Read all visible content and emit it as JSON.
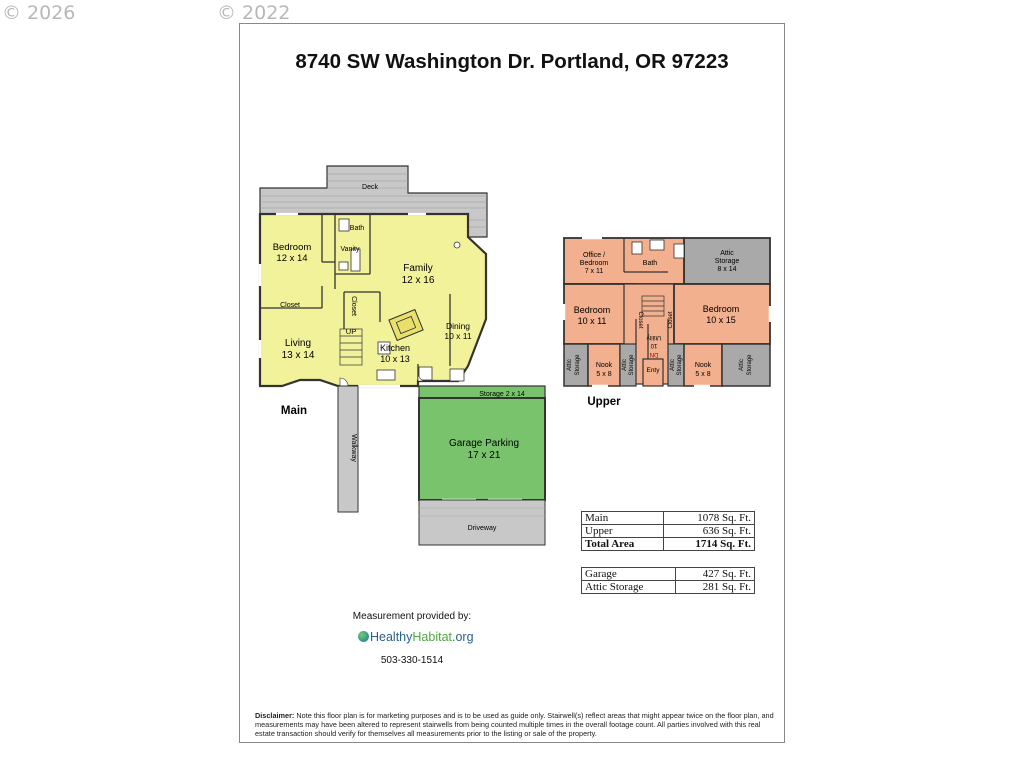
{
  "watermarks": [
    "© 2026",
    "© 2022"
  ],
  "title": "8740 SW Washington Dr. Portland, OR 97223",
  "main_floor": {
    "label": "Main",
    "rooms": {
      "deck": "Deck",
      "bedroom": "Bedroom",
      "bedroom_size": "12 x 14",
      "bath": "Bath",
      "vanity": "Vanity",
      "family": "Family",
      "family_size": "12 x 16",
      "closet_left": "Closet",
      "closet_mid": "Closet",
      "up": "UP",
      "living": "Living",
      "living_size": "13 x 14",
      "kitchen": "Kitchen",
      "kitchen_size": "10 x 13",
      "dining": "Dining",
      "dining_size": "10 x 11",
      "storage": "Storage 2 x 14",
      "garage": "Garage Parking",
      "garage_size": "17 x 21",
      "driveway": "Driveway",
      "walkway": "Walkway"
    }
  },
  "upper_floor": {
    "label": "Upper",
    "rooms": {
      "office": "Office /",
      "office2": "Bedroom",
      "office_size": "7 x 11",
      "bath": "Bath",
      "attic_storage": "Attic",
      "attic_storage2": "Storage",
      "attic_size": "8 x 14",
      "bedroom_left": "Bedroom",
      "bedroom_left_size": "10 x 11",
      "bedroom_right": "Bedroom",
      "bedroom_right_size": "10 x 15",
      "closet": "Closet",
      "utility": "Utility",
      "utility_size": "10",
      "dn": "DN",
      "nook": "Nook",
      "nook_size": "5 x 8",
      "entry": "Enty",
      "attic": "Attic",
      "storage": "Storage"
    }
  },
  "area_table_1": [
    {
      "label": "Main",
      "value": "1078 Sq. Ft."
    },
    {
      "label": "Upper",
      "value": "636 Sq. Ft."
    },
    {
      "label": "Total Area",
      "value": "1714 Sq. Ft."
    }
  ],
  "area_table_2": [
    {
      "label": "Garage",
      "value": "427 Sq. Ft."
    },
    {
      "label": "Attic Storage",
      "value": "281 Sq. Ft."
    }
  ],
  "measurement_by": "Measurement provided by:",
  "logo": {
    "part1": "Healthy",
    "part2": "Habitat",
    "part3": ".org"
  },
  "phone": "503-330-1514",
  "disclaimer_label": "Disclaimer:",
  "disclaimer": "Note this floor plan is for marketing purposes and is to be used as guide only.  Stairwell(s) reflect areas that might appear twice on the floor plan, and measurements may have been altered to represent stairwells from being counted multiple times in the overall footage count.  All parties involved with this real estate transaction should verify for themselves all measurements prior to the listing or sale of the property.",
  "colors": {
    "main_floor": "#f2f29a",
    "upper_floor": "#f2b08e",
    "garage": "#79c36d",
    "gray_area": "#a9a9a9",
    "logo_blue": "#2a5f8f",
    "logo_green": "#4caa3f"
  }
}
